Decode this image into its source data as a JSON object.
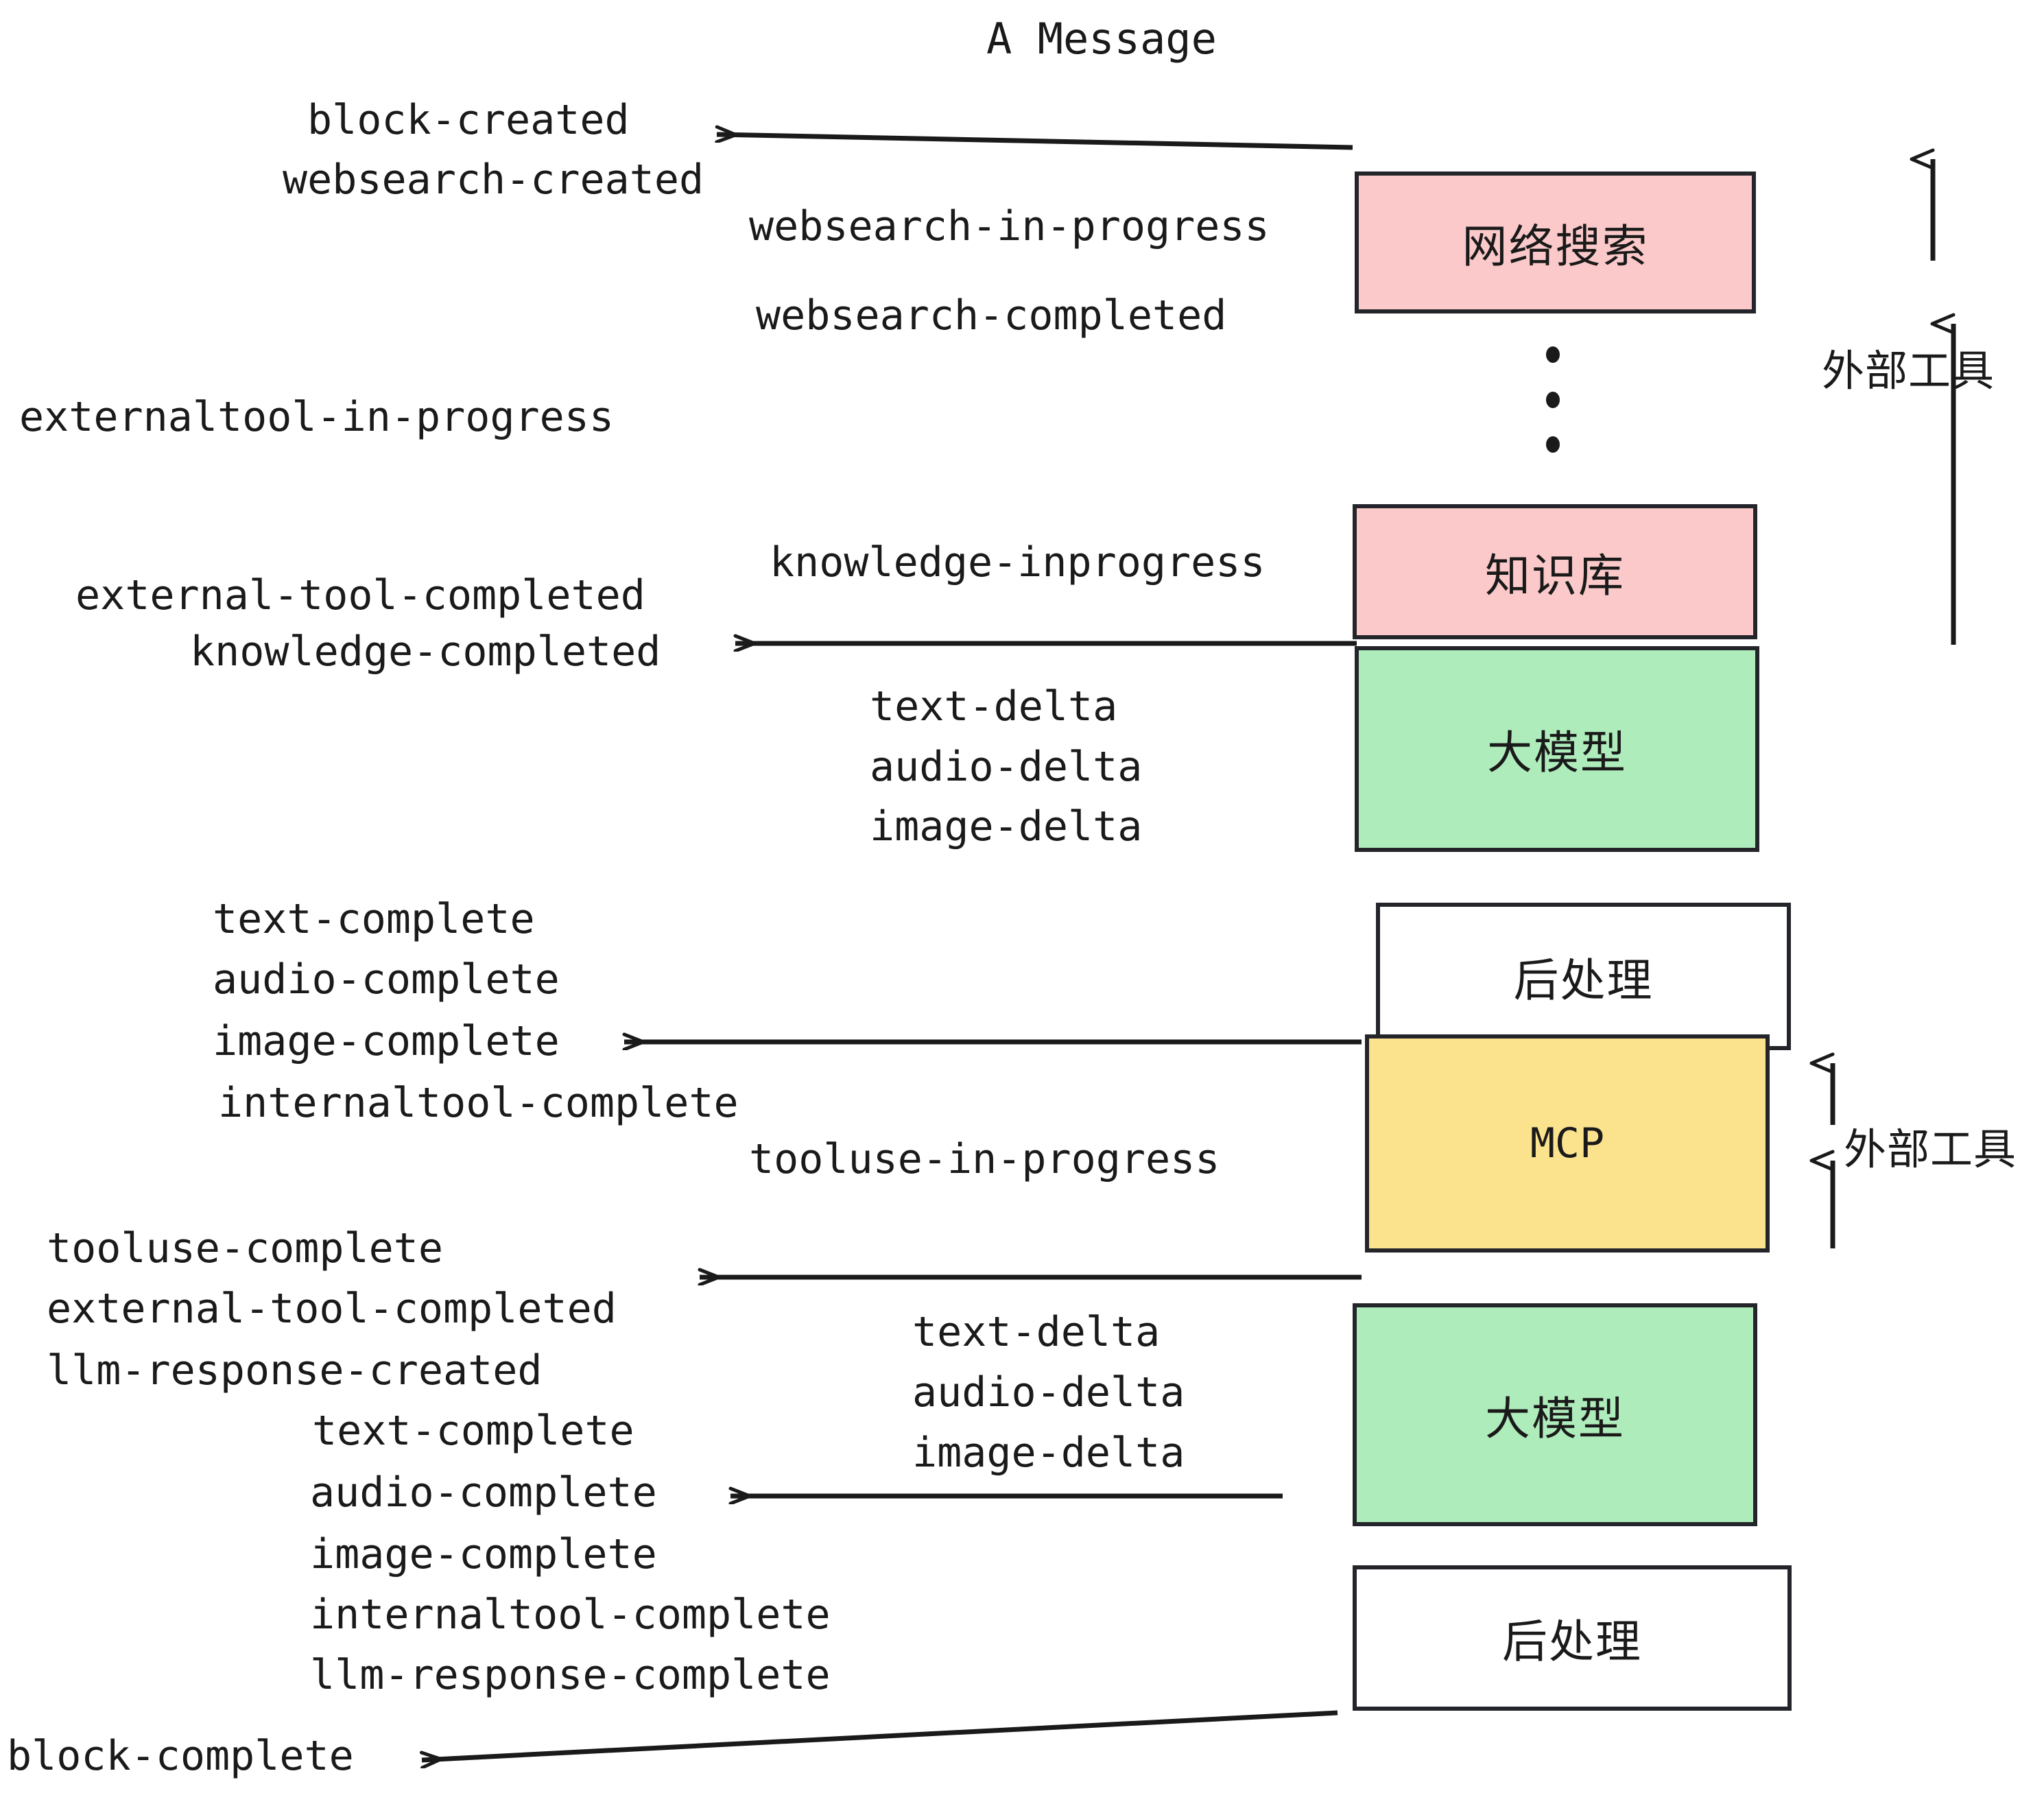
{
  "diagram": {
    "title": "A Message",
    "colors": {
      "pink": "#FBC9C9",
      "green": "#AFECBC",
      "yellow": "#FBE38E",
      "white": "#FFFFFF",
      "stroke": "#24252A",
      "text": "#1A1A1A"
    },
    "nodes": [
      {
        "id": "websearch",
        "label": "网络搜索",
        "lang": "cn",
        "fill": "#FBC9C9"
      },
      {
        "id": "knowledge",
        "label": "知识库",
        "lang": "cn",
        "fill": "#FBC9C9"
      },
      {
        "id": "llm-top",
        "label": "大模型",
        "lang": "cn",
        "fill": "#AFECBC"
      },
      {
        "id": "postproc-top",
        "label": "后处理",
        "lang": "cn",
        "fill": "#FFFFFF"
      },
      {
        "id": "mcp",
        "label": "MCP",
        "lang": "en",
        "fill": "#FBE38E"
      },
      {
        "id": "llm-bottom",
        "label": "大模型",
        "lang": "cn",
        "fill": "#AFECBC"
      },
      {
        "id": "postproc-bottom",
        "label": "后处理",
        "lang": "cn",
        "fill": "#FFFFFF"
      }
    ],
    "side_labels": [
      {
        "id": "external-tools-top",
        "label": "外部工具"
      },
      {
        "id": "external-tools-bottom",
        "label": "外部工具"
      }
    ],
    "events": [
      {
        "id": "e01",
        "label": "block-created"
      },
      {
        "id": "e02",
        "label": "websearch-created"
      },
      {
        "id": "e03",
        "label": "websearch-in-progress"
      },
      {
        "id": "e04",
        "label": "websearch-completed"
      },
      {
        "id": "e05",
        "label": "externaltool-in-progress"
      },
      {
        "id": "e06",
        "label": "knowledge-inprogress"
      },
      {
        "id": "e07",
        "label": "external-tool-completed"
      },
      {
        "id": "e08",
        "label": "knowledge-completed"
      },
      {
        "id": "e09",
        "label": "text-delta"
      },
      {
        "id": "e10",
        "label": "audio-delta"
      },
      {
        "id": "e11",
        "label": "image-delta"
      },
      {
        "id": "e12",
        "label": "text-complete"
      },
      {
        "id": "e13",
        "label": "audio-complete"
      },
      {
        "id": "e14",
        "label": "image-complete"
      },
      {
        "id": "e15",
        "label": "internaltool-complete"
      },
      {
        "id": "e16",
        "label": "tooluse-in-progress"
      },
      {
        "id": "e17",
        "label": "tooluse-complete"
      },
      {
        "id": "e18",
        "label": "external-tool-completed"
      },
      {
        "id": "e19",
        "label": "llm-response-created"
      },
      {
        "id": "e20",
        "label": "text-complete"
      },
      {
        "id": "e21",
        "label": "audio-delta"
      },
      {
        "id": "e22",
        "label": "text-delta"
      },
      {
        "id": "e23",
        "label": "image-delta"
      },
      {
        "id": "e24",
        "label": "audio-complete"
      },
      {
        "id": "e25",
        "label": "image-complete"
      },
      {
        "id": "e26",
        "label": "internaltool-complete"
      },
      {
        "id": "e27",
        "label": "llm-response-complete"
      },
      {
        "id": "e28",
        "label": "block-complete"
      }
    ]
  }
}
